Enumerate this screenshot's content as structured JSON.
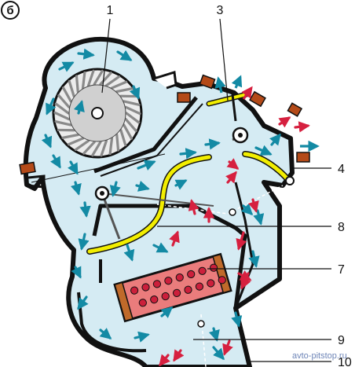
{
  "panel_label": "б",
  "callouts": [
    {
      "key": "blower-fan",
      "number": "1"
    },
    {
      "key": "air-intake-flap",
      "number": "3"
    },
    {
      "key": "defroster-flap",
      "number": "4"
    },
    {
      "key": "mixing-flap",
      "number": "8"
    },
    {
      "key": "heater-core",
      "number": "7"
    },
    {
      "key": "air-chamber",
      "number": "9"
    },
    {
      "key": "floor-outlet",
      "number": "10"
    }
  ],
  "watermark": "avto-pitstop.ru",
  "colors": {
    "housing_fill": "#d5ebf3",
    "outline": "#111111",
    "cold_air_arrow": "#138aa4",
    "warm_air_arrow": "#d6203f",
    "flap": "#f2ee00",
    "radiator_body": "#ea7c7c",
    "radiator_dots": "#cc1f3b",
    "mount_tabs": "#b44a18",
    "fan_blades": "#b3b3b3"
  }
}
